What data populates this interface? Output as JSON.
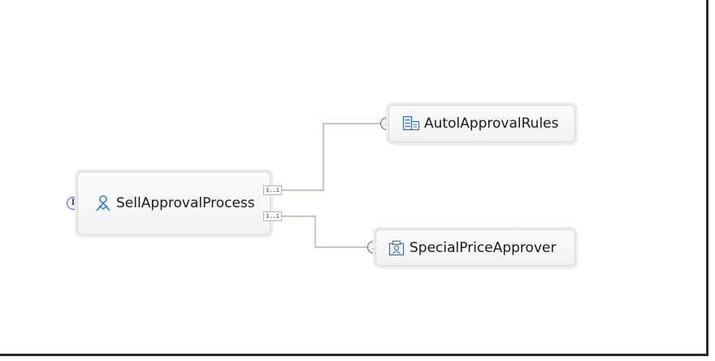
{
  "diagram": {
    "components": [
      {
        "id": "sell",
        "label": "SellApprovalProcess",
        "icon": "process-icon",
        "interface_glyph": "I"
      },
      {
        "id": "auto",
        "label": "AutolApprovalRules",
        "icon": "rules-icon",
        "interface_glyph": "I"
      },
      {
        "id": "special",
        "label": "SpecialPriceApprover",
        "icon": "human-task-icon",
        "interface_glyph": "I"
      }
    ],
    "references": [
      {
        "from": "sell",
        "to": "auto",
        "multiplicity": "1..1"
      },
      {
        "from": "sell",
        "to": "special",
        "multiplicity": "1..1"
      }
    ],
    "colors": {
      "wire": "#9aa3b5",
      "interface": "#6a5aa8",
      "process_icon": "#2f7fc4"
    }
  }
}
